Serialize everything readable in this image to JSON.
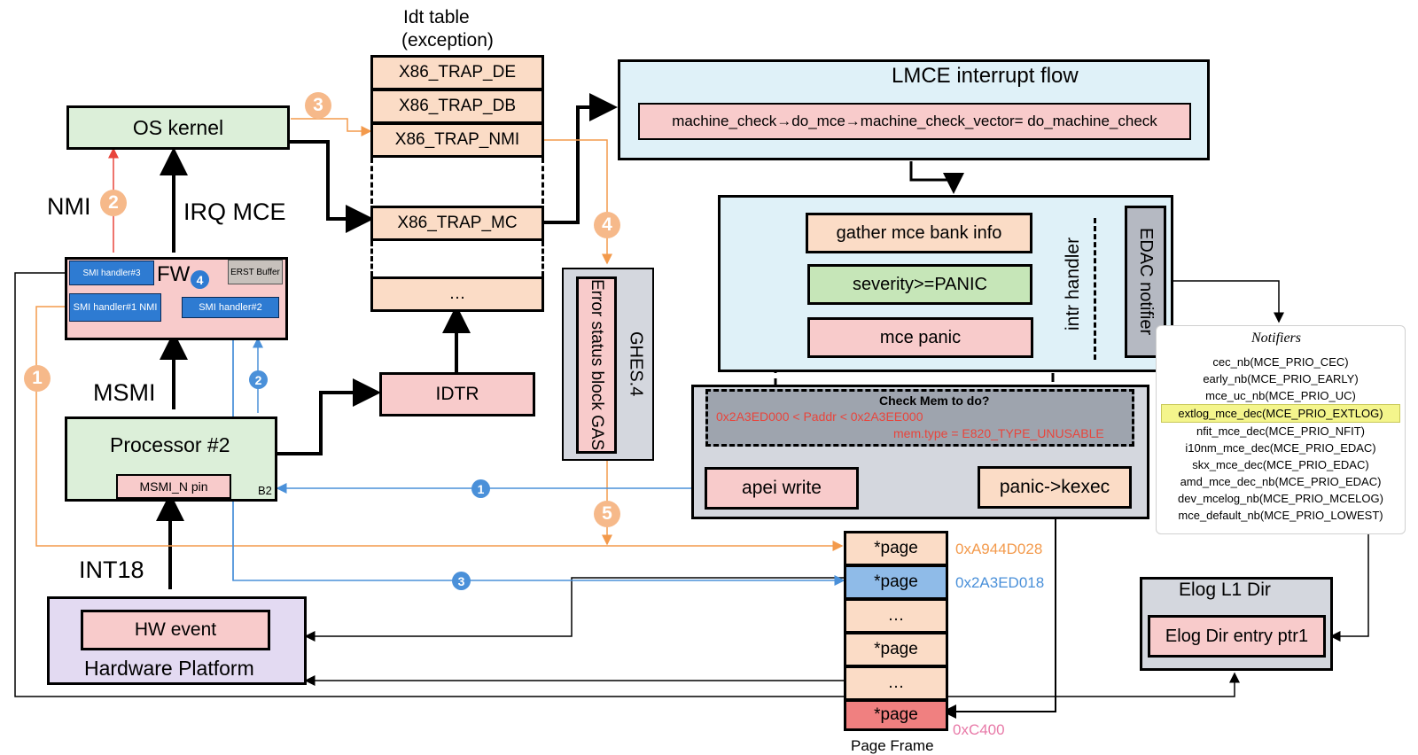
{
  "idt": {
    "title_line1": "Idt table",
    "title_line2": "(exception)",
    "entries": [
      "X86_TRAP_DE",
      "X86_TRAP_DB",
      "X86_TRAP_NMI",
      "X86_TRAP_MC",
      "…"
    ]
  },
  "os_kernel": "OS kernel",
  "labels": {
    "nmi": "NMI",
    "irq_mce": "IRQ MCE",
    "msmi": "MSMI",
    "int18": "INT18",
    "fw": "FW",
    "b2": "B2",
    "page_frame": "Page Frame"
  },
  "fw": {
    "smi3": "SMI handler#3",
    "smi1": "SMI handler#1 NMI",
    "smi2": "SMI handler#2",
    "erst": "ERST Buffer"
  },
  "processor": {
    "title": "Processor #2",
    "pin": "MSMI_N pin"
  },
  "idtr": "IDTR",
  "hw": {
    "event": "HW event",
    "platform": "Hardware Platform"
  },
  "ghes": {
    "title": "GHES.4",
    "inner": "Error status block GAS"
  },
  "lmce": {
    "title": "LMCE interrupt flow",
    "flow": "machine_check→do_mce→machine_check_vector= do_machine_check"
  },
  "handler": {
    "gather": "gather mce bank info",
    "severity": "severity>=PANIC",
    "panic": "mce panic",
    "intr": "intr handler",
    "edac": "EDAC notifier"
  },
  "checkmem": {
    "title": "Check Mem to do?",
    "line1": "0x2A3ED000 < Paddr < 0x2A3EE000",
    "line2": "mem.type = E820_TYPE_UNUSABLE",
    "apei": "apei write",
    "kexec": "panic->kexec"
  },
  "pages": [
    "*page",
    "*page",
    "…",
    "*page",
    "…",
    "*page"
  ],
  "addresses": {
    "a1": "0xA944D028",
    "a2": "0x2A3ED018",
    "a3": "0xC400"
  },
  "notifiers": {
    "title": "Notifiers",
    "items": [
      "cec_nb(MCE_PRIO_CEC)",
      "early_nb(MCE_PRIO_EARLY)",
      "mce_uc_nb(MCE_PRIO_UC)",
      "extlog_mce_dec(MCE_PRIO_EXTLOG)",
      "nfit_mce_dec(MCE_PRIO_NFIT)",
      "i10nm_mce_dec(MCE_PRIO_EDAC)",
      "skx_mce_dec(MCE_PRIO_EDAC)",
      "amd_mce_dec_nb(MCE_PRIO_EDAC)",
      "dev_mcelog_nb(MCE_PRIO_MCELOG)",
      "mce_default_nb(MCE_PRIO_LOWEST)"
    ]
  },
  "elog": {
    "title": "Elog L1 Dir",
    "entry": "Elog Dir entry ptr1"
  },
  "steps": {
    "orange": [
      "1",
      "2",
      "3",
      "4",
      "5"
    ],
    "blue": [
      "1",
      "2",
      "3",
      "4"
    ]
  },
  "colors": {
    "orange": "#f39a4c",
    "orange_circle": "#f6b98a",
    "blue": "#4a90d9",
    "red_text": "#e8453c",
    "pink_addr": "#e87aa8",
    "highlight": "#f4f58c"
  }
}
